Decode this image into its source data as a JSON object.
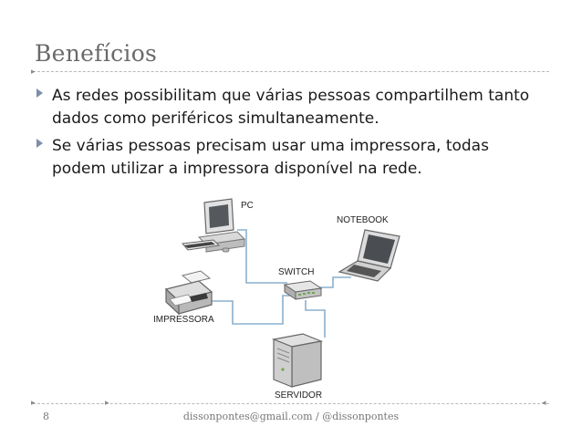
{
  "slide": {
    "title": "Benefícios",
    "bullets": [
      "As redes possibilitam que várias pessoas compartilhem tanto dados como periféricos simultaneamente.",
      "Se várias pessoas precisam usar uma impressora, todas podem utilizar a impressora disponível na rede."
    ]
  },
  "diagram": {
    "pc_label": "PC",
    "notebook_label": "NOTEBOOK",
    "switch_label": "SWITCH",
    "printer_label": "IMPRESSORA",
    "server_label": "SERVIDOR"
  },
  "footer": {
    "page_number": "8",
    "credit": "dissonpontes@gmail.com / @dissonpontes"
  },
  "colors": {
    "bullet": "#7d8fa8",
    "cable": "#8ab0cf",
    "title": "#6a6a6a"
  }
}
